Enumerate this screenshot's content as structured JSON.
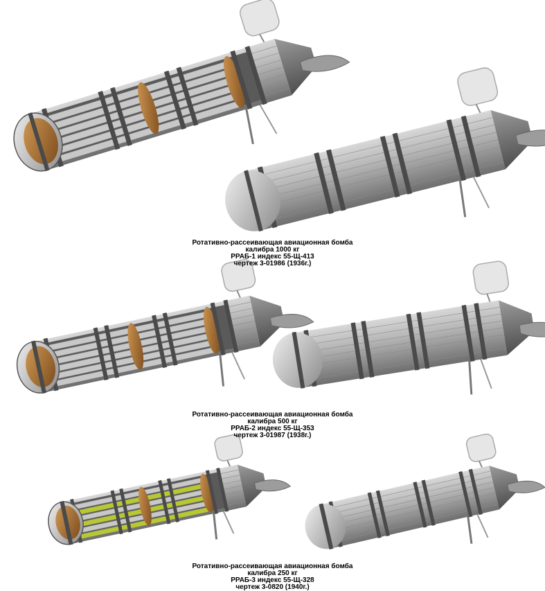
{
  "figures": [
    {
      "caption": [
        "Ротативно-рассеивающая авиационная бомба",
        "калибра 1000 кг",
        "РРАБ-1 индекс 55-Щ-413",
        "чертеж 3-01986 (1936г.)"
      ]
    },
    {
      "caption": [
        "Ротативно-рассеивающая авиационная бомба",
        "калибра 500 кг",
        "РРАБ-2 индекс 55-Щ-353",
        "чертеж 3-01987 (1938г.)"
      ]
    },
    {
      "caption": [
        "Ротативно-рассеивающая авиационная бомба",
        "калибра 250 кг",
        "РРАБ-3 индекс 55-Щ-328",
        "чертеж 3-0820 (1940г.)"
      ]
    }
  ],
  "colors": {
    "body": "#a9a9a9",
    "band": "#4a4a4a",
    "wood": "#b07a3c",
    "submunition_green": "#b8c832"
  }
}
